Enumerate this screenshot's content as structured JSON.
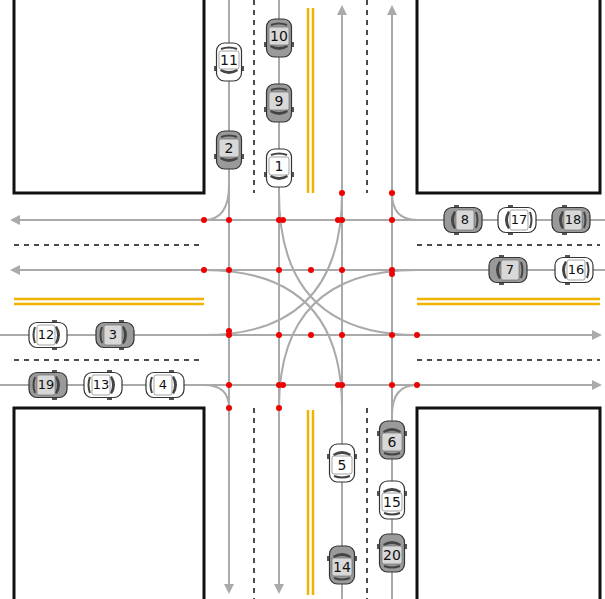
{
  "diagram": {
    "nodes": [
      {
        "text": [
          "10"
        ]
      },
      {
        "text": [
          "11"
        ]
      },
      {
        "text": [
          "9"
        ]
      },
      {
        "text": [
          "2"
        ]
      },
      {
        "text": [
          "1"
        ]
      },
      {
        "text": [
          "8"
        ]
      },
      {
        "text": [
          "17"
        ]
      },
      {
        "text": [
          "18"
        ]
      },
      {
        "text": [
          "7"
        ]
      },
      {
        "text": [
          "16"
        ]
      },
      {
        "text": [
          "12"
        ]
      },
      {
        "text": [
          "3"
        ]
      },
      {
        "text": [
          "19"
        ]
      },
      {
        "text": [
          "13"
        ]
      },
      {
        "text": [
          "4"
        ]
      },
      {
        "text": [
          "6"
        ]
      },
      {
        "text": [
          "5"
        ]
      },
      {
        "text": [
          "15"
        ]
      },
      {
        "text": [
          "20"
        ]
      },
      {
        "text": [
          "14"
        ]
      }
    ]
  }
}
